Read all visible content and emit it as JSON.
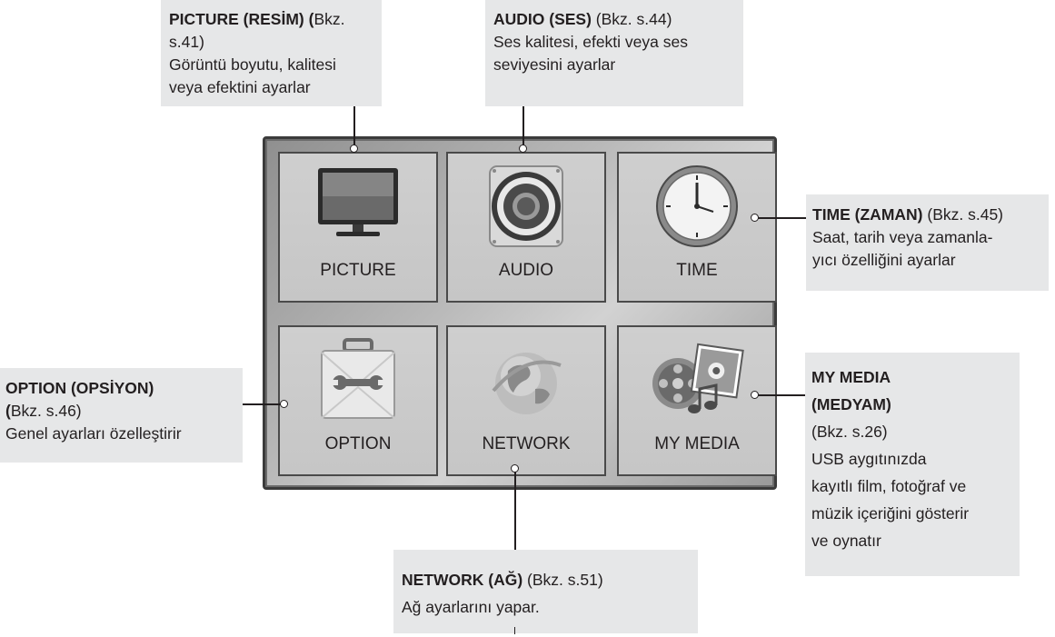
{
  "tiles": {
    "picture": "PICTURE",
    "audio": "AUDIO",
    "time": "TIME",
    "option": "OPTION",
    "network": "NETWORK",
    "mymedia": "MY MEDIA"
  },
  "callouts": {
    "picture": {
      "title": "PICTURE (RESİM) (",
      "ref": "Bkz. s.41)",
      "line1": "Görüntü boyutu, kalitesi",
      "line2": "veya efektini ayarlar"
    },
    "audio": {
      "title": "AUDIO (SES)",
      "ref": " (Bkz. s.44)",
      "line1": "Ses kalitesi, efekti veya ses",
      "line2": "seviyesini ayarlar"
    },
    "time": {
      "title": "TIME (ZAMAN)",
      "ref": " (Bkz. s.45)",
      "line1": "Saat, tarih veya zamanla-",
      "line2": "yıcı özelliğini ayarlar"
    },
    "option": {
      "title": "OPTION (OPSİYON)",
      "ref_bold": "(",
      "ref": "Bkz. s.46)",
      "line1": "Genel ayarları özelleştirir"
    },
    "network": {
      "title": "NETWORK (AĞ)",
      "ref": " (Bkz. s.51)",
      "line1": "Ağ ayarlarını yapar."
    },
    "mymedia": {
      "title1": "MY MEDIA",
      "title2": "(MEDYAM)",
      "ref": "(Bkz. s.26)",
      "line1": "USB aygıtınızda",
      "line2": "kayıtlı film, fotoğraf ve",
      "line3": "müzik içeriğini gösterir",
      "line4": "ve oynatır"
    }
  }
}
